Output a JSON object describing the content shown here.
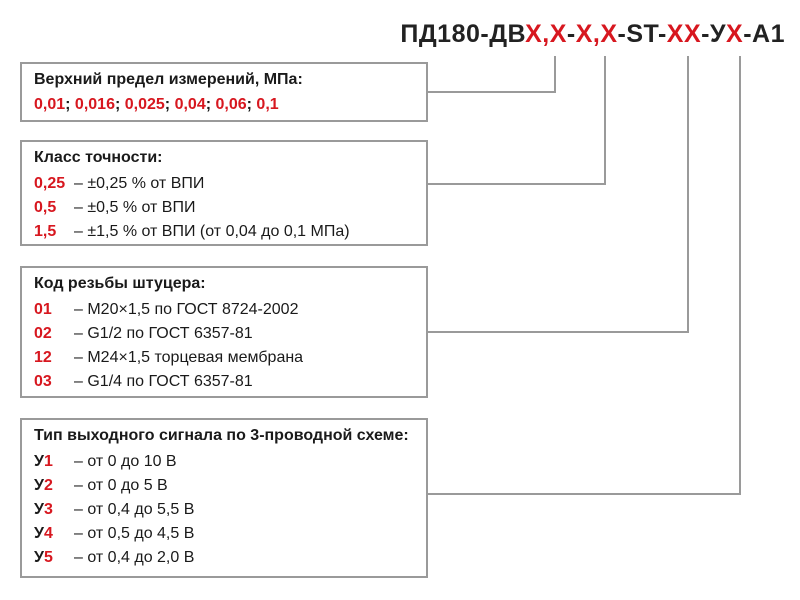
{
  "code_parts": [
    {
      "text": "ПД180-ДВ",
      "red": false
    },
    {
      "text": "Х,Х",
      "red": true
    },
    {
      "text": "-",
      "red": false
    },
    {
      "text": "Х,Х",
      "red": true
    },
    {
      "text": "-ST-",
      "red": false
    },
    {
      "text": "ХХ",
      "red": true
    },
    {
      "text": "-У",
      "red": false
    },
    {
      "text": "Х",
      "red": true
    },
    {
      "text": "-А1",
      "red": false
    }
  ],
  "box1": {
    "title": "Верхний предел измерений, МПа:",
    "values": [
      "0,01",
      "0,016",
      "0,025",
      "0,04",
      "0,06",
      "0,1"
    ],
    "separator": "; "
  },
  "box2": {
    "title": "Класс точности:",
    "rows": [
      {
        "key": "0,25",
        "desc": "– ±0,25 % от ВПИ"
      },
      {
        "key": "0,5",
        "desc": "– ±0,5 % от ВПИ"
      },
      {
        "key": "1,5",
        "desc": "– ±1,5 % от ВПИ (от 0,04 до 0,1 МПа)"
      }
    ]
  },
  "box3": {
    "title": "Код резьбы штуцера:",
    "rows": [
      {
        "key": "01",
        "desc": "– M20×1,5 по ГОСТ 8724-2002"
      },
      {
        "key": "02",
        "desc": "– G1/2 по ГОСТ 6357-81"
      },
      {
        "key": "12",
        "desc": "– M24×1,5 торцевая мембрана"
      },
      {
        "key": "03",
        "desc": "– G1/4 по ГОСТ 6357-81"
      }
    ]
  },
  "box4": {
    "title": "Тип выходного сигнала по 3-проводной схеме:",
    "prefix": "У",
    "rows": [
      {
        "key": "1",
        "desc": "– от 0 до 10 В"
      },
      {
        "key": "2",
        "desc": "– от 0 до 5 В"
      },
      {
        "key": "3",
        "desc": "– от 0,4 до 5,5 В"
      },
      {
        "key": "4",
        "desc": "– от 0,5 до 4,5 В"
      },
      {
        "key": "5",
        "desc": "– от 0,4 до 2,0 В"
      }
    ]
  },
  "colors": {
    "accent": "#d7171f",
    "text": "#1a1a1a",
    "border": "#9a9a9a"
  }
}
